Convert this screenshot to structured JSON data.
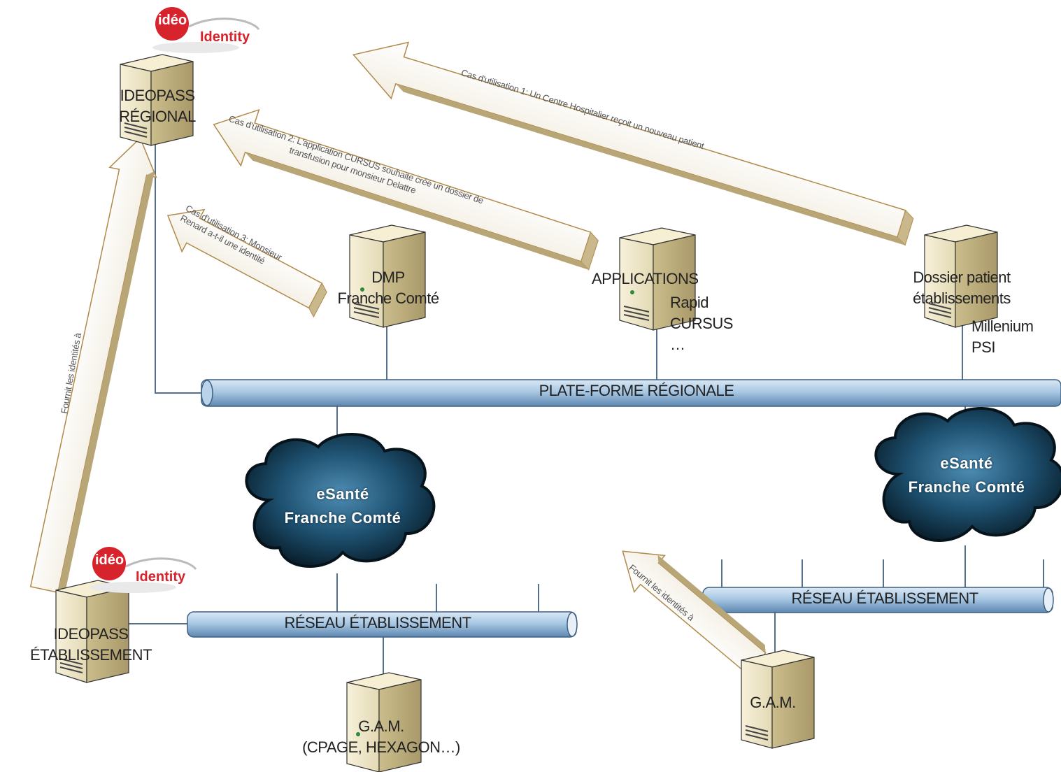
{
  "brand": {
    "logo_badge": "idéo",
    "logo_word": "Identity",
    "colors": {
      "logo_red": "#d6232c",
      "pipe_blue": "#9ec2e2",
      "cloud_dark": "#0e2a3a",
      "server_beige": "#ece5c9"
    }
  },
  "servers": {
    "ideopass_regional": [
      "IDEOPASS",
      "RÉGIONAL"
    ],
    "dmp": [
      "DMP",
      "Franche Comté"
    ],
    "applications": [
      "APPLICATIONS"
    ],
    "applications_list": [
      "Rapid",
      "CURSUS",
      "…"
    ],
    "dossier": [
      "Dossier patient",
      "établissements"
    ],
    "dossier_list": [
      "Millenium",
      "PSI"
    ],
    "ideopass_etab": [
      "IDEOPASS",
      "ÉTABLISSEMENT"
    ],
    "gam_left": [
      "G.A.M.",
      "(CPAGE, HEXAGON…)"
    ],
    "gam_right": [
      "G.A.M."
    ]
  },
  "networks": {
    "platform": "PLATE-FORME RÉGIONALE",
    "etab_left": "RÉSEAU ÉTABLISSEMENT",
    "etab_right": "RÉSEAU ÉTABLISSEMENT"
  },
  "clouds": {
    "left": [
      "eSanté",
      "Franche Comté"
    ],
    "right": [
      "eSanté",
      "Franche Comté"
    ]
  },
  "arrows": {
    "use_case_1": "Cas d'utilisation 1: Un Centre Hospitalier reçoit un nouveau patient",
    "use_case_2": [
      "Cas d'utilisation 2: L'application CURSUS souhaite créé un dossier de",
      "transfusion pour monsieur Delattre"
    ],
    "use_case_3": [
      "Cas d'utilisation 3: Monsieur",
      "Renard a-t-il une identité"
    ],
    "provides_left": "Fournit les identités à",
    "provides_right": "Fournit les identités à"
  }
}
